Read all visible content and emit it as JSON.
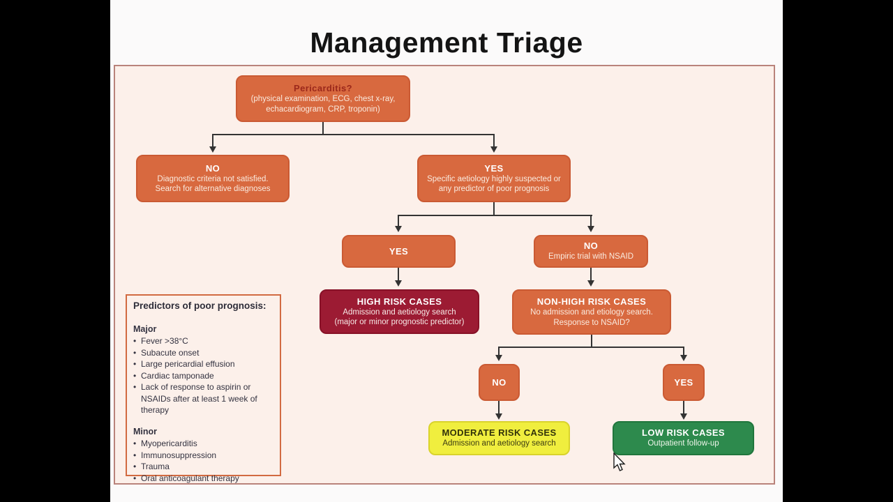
{
  "title": "Management Triage",
  "colors": {
    "panel_background": "#fcf0ea",
    "panel_border": "#b9837b",
    "node_orange": "#d8693f",
    "node_maroon": "#9c1b33",
    "node_yellow": "#f0ee3e",
    "node_green": "#2d8a4d",
    "root_heading_red": "#9b281b",
    "connector": "#333333"
  },
  "nodes": {
    "root": {
      "heading": "Pericarditis?",
      "lines": [
        "(physical examination, ECG, chest x-ray,",
        "echacardiogram, CRP, troponin)"
      ]
    },
    "no_diagnostic": {
      "heading": "NO",
      "lines": [
        "Diagnostic criteria not satisfied.",
        "Search for alternative diagnoses"
      ]
    },
    "yes_aetiology": {
      "heading": "YES",
      "lines": [
        "Specific aetiology highly suspected or",
        "any predictor of poor prognosis"
      ]
    },
    "yes_predictor": {
      "heading": "YES"
    },
    "no_empiric": {
      "heading": "NO",
      "lines": [
        "Empiric trial with NSAID"
      ]
    },
    "high_risk": {
      "heading": "HIGH RISK CASES",
      "lines": [
        "Admission and aetiology search",
        "(major or minor prognostic predictor)"
      ]
    },
    "non_high_risk": {
      "heading": "NON-HIGH RISK CASES",
      "lines": [
        "No admission and etiology search.",
        "Response to NSAID?"
      ]
    },
    "no_response": {
      "heading": "NO"
    },
    "yes_response": {
      "heading": "YES"
    },
    "moderate_risk": {
      "heading": "MODERATE RISK CASES",
      "lines": [
        "Admission and aetiology search"
      ]
    },
    "low_risk": {
      "heading": "LOW RISK CASES",
      "lines": [
        "Outpatient follow-up"
      ]
    }
  },
  "predictors": {
    "title": "Predictors of poor prognosis:",
    "major_label": "Major",
    "major_items": [
      "Fever >38°C",
      "Subacute onset",
      "Large pericardial effusion",
      "Cardiac tamponade",
      "Lack of response to aspirin or NSAIDs after at least 1 week of therapy"
    ],
    "minor_label": "Minor",
    "minor_items": [
      "Myopericarditis",
      "Immunosuppression",
      "Trauma",
      "Oral anticoagulant therapy"
    ]
  }
}
